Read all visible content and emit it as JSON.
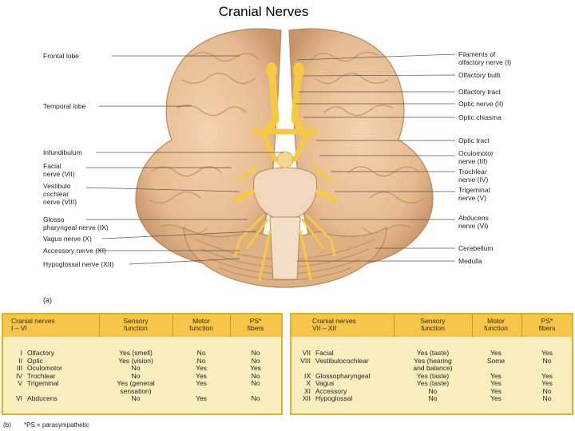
{
  "title": "Cranial Nerves",
  "figure_labels": {
    "left": [
      "Frontal lobe",
      "Temporal lobe",
      "Infundibulum",
      "Facial\nnerve (VII)",
      "Vestibulo\ncochlear\nnerve (VIII)",
      "Glosso\npharyngeal nerve (IX)",
      "Vagus nerve (X)",
      "Accessory nerve (XI)",
      "Hypoglossal nerve (XII)"
    ],
    "right": [
      "Filaments of\nolfactory nerve (I)",
      "Olfactory bulb",
      "Olfactory tract",
      "Optic nerve (II)",
      "Optic chiasma",
      "Optic tract",
      "Oculomotor\nnerve (III)",
      "Trochlear\nnerve (IV)",
      "Trigeminal\nnerve (V)",
      "Abducens\nnerve (VI)",
      "Cerebellum",
      "Medulla"
    ],
    "panel_a": "(a)",
    "panel_b": "(b)",
    "ps_note": "*PS = parasympathetic"
  },
  "table_left": {
    "headers": [
      "Cranial nerves\nI – VI",
      "Sensory\nfunction",
      "Motor\nfunction",
      "PS*\nfibers"
    ],
    "rows": [
      {
        "num": "I",
        "name": "Olfactory",
        "sensory": "Yes (smell)",
        "motor": "No",
        "ps": "No"
      },
      {
        "num": "II",
        "name": "Optic",
        "sensory": "Yes (vision)",
        "motor": "No",
        "ps": "No"
      },
      {
        "num": "III",
        "name": "Oculomotor",
        "sensory": "No",
        "motor": "Yes",
        "ps": "Yes"
      },
      {
        "num": "IV",
        "name": "Trochlear",
        "sensory": "No",
        "motor": "Yes",
        "ps": "No"
      },
      {
        "num": "V",
        "name": "Trigeminal",
        "sensory": "Yes (general\nsensation)",
        "motor": "Yes",
        "ps": "No"
      },
      {
        "num": "VI",
        "name": "Abducens",
        "sensory": "No",
        "motor": "Yes",
        "ps": "No"
      }
    ]
  },
  "table_right": {
    "headers": [
      "Cranial nerves\nVII – XII",
      "Sensory\nfunction",
      "Motor\nfunction",
      "PS*\nfibers"
    ],
    "rows": [
      {
        "num": "VII",
        "name": "Facial",
        "sensory": "Yes (taste)",
        "motor": "Yes",
        "ps": "Yes"
      },
      {
        "num": "VIII",
        "name": "Vestibulocochlear",
        "sensory": "Yes (hearing\nand balance)",
        "motor": "Some",
        "ps": "No"
      },
      {
        "num": "IX",
        "name": "Glossopharyngeal",
        "sensory": "Yes (taste)",
        "motor": "Yes",
        "ps": "Yes"
      },
      {
        "num": "X",
        "name": "Vagus",
        "sensory": "Yes (taste)",
        "motor": "Yes",
        "ps": "Yes"
      },
      {
        "num": "XI",
        "name": "Accessory",
        "sensory": "No",
        "motor": "Yes",
        "ps": "No"
      },
      {
        "num": "XII",
        "name": "Hypoglossal",
        "sensory": "No",
        "motor": "Yes",
        "ps": "No"
      }
    ]
  },
  "colors": {
    "brain": "#e9c29a",
    "brain_shadow": "#c9966a",
    "nerve": "#f7c843",
    "table_header": "#f6c64a",
    "table_body": "#fbeebe",
    "table_border": "#e2b022"
  }
}
